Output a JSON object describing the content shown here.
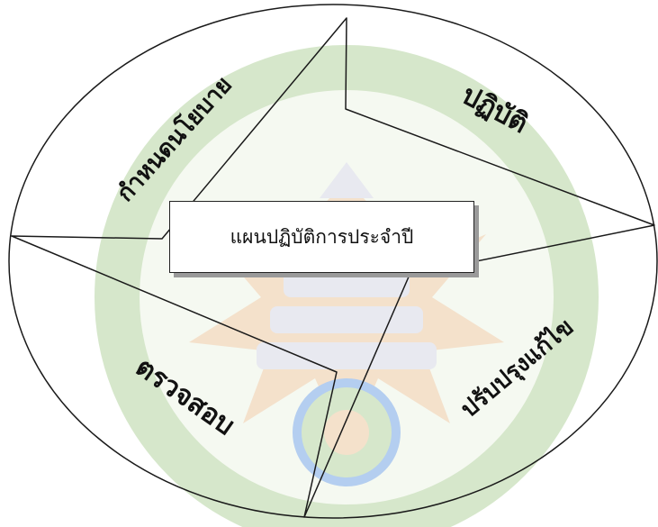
{
  "center_label": "แผนปฏิบัติการประจำปี",
  "cycle_labels": {
    "plan": "กำหนดนโยบาย",
    "do": "ปฏิบัติ",
    "check": "ตรวจสอบ",
    "act": "ปรับปรุงแก้ไข"
  },
  "colors": {
    "emblem_green": "#cfe3c2",
    "emblem_orange": "#f3dcc3",
    "emblem_grey": "#e4e6ee",
    "line": "#1a1a1a"
  },
  "icons": {
    "watermark": "university-emblem-watermark"
  }
}
